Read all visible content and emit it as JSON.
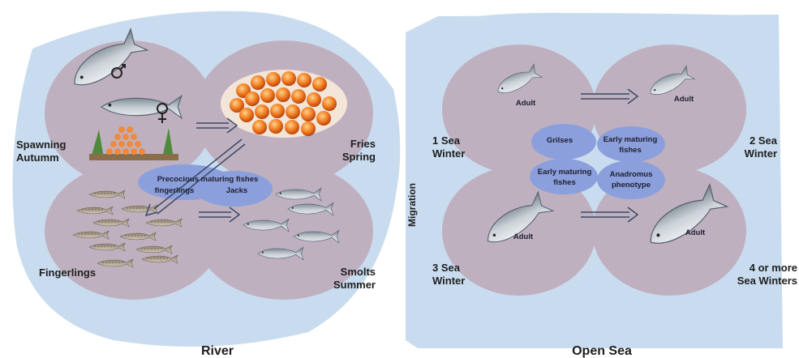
{
  "colors": {
    "background_region": "#c9dcef",
    "lobe": "#bfb0c0",
    "center_blob": "#8b9fdc",
    "arrow": "#3a4a66",
    "text": "#1e1e1e"
  },
  "river": {
    "title": "River",
    "stages": {
      "spawning": "Spawning\nAutumm",
      "fries": "Fries\nSpring",
      "fingerlings": "Fingerlings",
      "smolts": "Smolts\nSummer"
    },
    "center": {
      "line1": "Precocious maturing fishes",
      "line2": "fingerlings",
      "line3": "Jacks"
    }
  },
  "migration": "Migration",
  "sea": {
    "title": "Open Sea",
    "stages": {
      "sw1": "1 Sea\nWinter",
      "sw2": "2 Sea\nWinter",
      "sw3": "3 Sea\nWinter",
      "sw4": "4 or more\nSea Winters"
    },
    "adult_label": "Adult",
    "center": {
      "grilses": "Grilses",
      "early_top": "Early maturing\nfishes",
      "early_bottom": "Early maturing\nfishes",
      "anadromus": "Anadromus\nphenotype"
    }
  },
  "icons": {
    "male": "male-symbol-icon",
    "female": "female-symbol-icon"
  }
}
